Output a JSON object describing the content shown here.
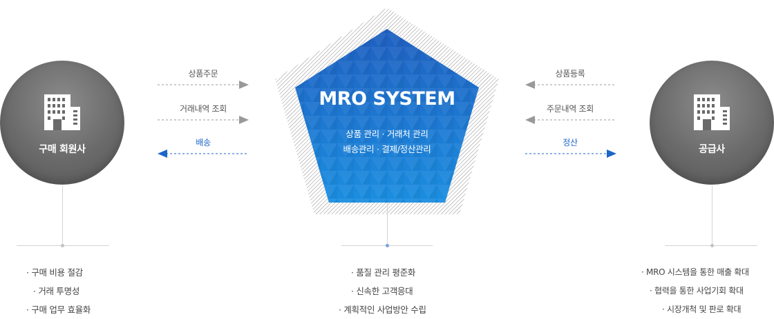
{
  "left_node": {
    "label": "구매 회원사",
    "icon": "building-icon",
    "benefits": [
      "· 구매 비용 절감",
      "· 거래 투명성",
      "· 구매 업무 효율화"
    ]
  },
  "center_node": {
    "title": "MRO SYSTEM",
    "subtitle_1": "상품 관리 · 거래처 관리",
    "subtitle_2": "배송관리 · 결제/정산관리",
    "benefits": [
      "· 품질 관리 평준화",
      "· 신속한 고객응대",
      "· 계획적인 사업방안 수립"
    ]
  },
  "right_node": {
    "label": "공급사",
    "icon": "building-icon",
    "benefits": [
      "· MRO 시스템을 통한 매출 확대",
      "· 협력을 통한 사업기회 확대",
      "· 시장개척 및 판로 확대"
    ]
  },
  "left_arrows": [
    {
      "label": "상품주문",
      "direction": "right",
      "color": "#999999"
    },
    {
      "label": "거래내역 조회",
      "direction": "right",
      "color": "#999999"
    },
    {
      "label": "배송",
      "direction": "left",
      "color": "#1b66c9"
    }
  ],
  "right_arrows": [
    {
      "label": "상품등록",
      "direction": "left",
      "color": "#999999"
    },
    {
      "label": "주문내역 조회",
      "direction": "left",
      "color": "#999999"
    },
    {
      "label": "정산",
      "direction": "right",
      "color": "#1b66c9"
    }
  ],
  "colors": {
    "accent": "#1b66c9",
    "pentagon_blue": "#1a5fc4",
    "circle_gray": "#6e6e6e",
    "line_gray": "#d3d3d3"
  }
}
